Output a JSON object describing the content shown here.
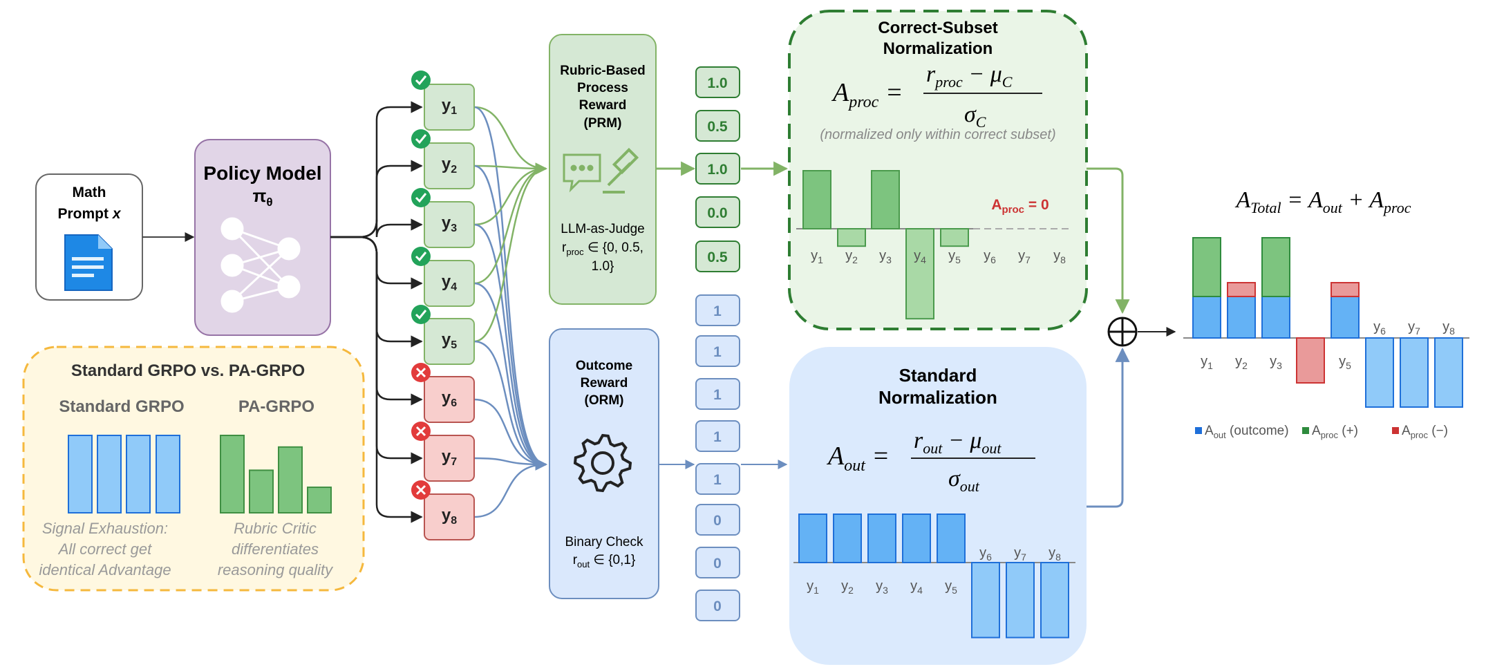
{
  "prompt": {
    "line1": "Math",
    "line2": "Prompt",
    "var": "x"
  },
  "policy": {
    "title": "Policy Model",
    "symbol": "π",
    "sub": "θ"
  },
  "responses": [
    {
      "label": "y",
      "sub": "1",
      "status": "correct"
    },
    {
      "label": "y",
      "sub": "2",
      "status": "correct"
    },
    {
      "label": "y",
      "sub": "3",
      "status": "correct"
    },
    {
      "label": "y",
      "sub": "4",
      "status": "correct"
    },
    {
      "label": "y",
      "sub": "5",
      "status": "correct"
    },
    {
      "label": "y",
      "sub": "6",
      "status": "incorrect"
    },
    {
      "label": "y",
      "sub": "7",
      "status": "incorrect"
    },
    {
      "label": "y",
      "sub": "8",
      "status": "incorrect"
    }
  ],
  "prm": {
    "title": [
      "Rubric-Based",
      "Process",
      "Reward",
      "(PRM)"
    ],
    "judge": "LLM-as-Judge",
    "formula": {
      "r": "r",
      "sub": "proc",
      "rest1": " ∈ {0, 0.5,",
      "rest2": "1.0}"
    },
    "scores": [
      "1.0",
      "0.5",
      "1.0",
      "0.0",
      "0.5"
    ]
  },
  "orm": {
    "title": [
      "Outcome",
      "Reward",
      "(ORM)"
    ],
    "check": "Binary Check",
    "formula": {
      "r": "r",
      "sub": "out",
      "rest": " ∈ {0,1}"
    },
    "scores": [
      "1",
      "1",
      "1",
      "1",
      "1",
      "0",
      "0",
      "0"
    ]
  },
  "correct_norm": {
    "title": [
      "Correct-Subset",
      "Normalization"
    ],
    "lhs": "A",
    "lhs_sub": "proc",
    "num": "r",
    "num_sub": "proc",
    "num_mu": "μ",
    "num_mu_sub": "C",
    "den": "σ",
    "den_sub": "C",
    "note": "(normalized only within correct subset)",
    "zero_label": "A",
    "zero_sub": "proc",
    "zero_rest": " = 0",
    "values": [
      1.0,
      -0.3,
      1.0,
      -1.55,
      -0.3,
      0,
      0,
      0
    ]
  },
  "standard_norm": {
    "title": [
      "Standard",
      "Normalization"
    ],
    "lhs": "A",
    "lhs_sub": "out",
    "num": "r",
    "num_sub": "out",
    "num_mu": "μ",
    "num_mu_sub": "out",
    "den": "σ",
    "den_sub": "out",
    "values": [
      1,
      1,
      1,
      1,
      1,
      -1.55,
      -1.55,
      -1.55
    ]
  },
  "total": {
    "formula": {
      "A": "A",
      "total_sub": "Total",
      "eq": " = ",
      "a_out": "A",
      "out_sub": "out",
      "plus": " + ",
      "a_proc": "A",
      "proc_sub": "proc"
    },
    "legend": [
      {
        "prefix": "A",
        "sub": "out",
        "suffix": " (outcome)",
        "color": "#1e6fd9"
      },
      {
        "prefix": "A",
        "sub": "proc",
        "suffix": " (+)",
        "color": "#2e8b3d"
      },
      {
        "prefix": "A",
        "sub": "proc",
        "suffix": " (−)",
        "color": "#cc3333"
      }
    ],
    "outcome": [
      0.6,
      0.6,
      0.6,
      0,
      0.6,
      -1.0,
      -1.0,
      -1.0
    ],
    "proc_pos": [
      0.85,
      0,
      0.85,
      0,
      0,
      0,
      0,
      0
    ],
    "proc_neg": [
      0,
      0.2,
      0,
      -0.65,
      0.2,
      0,
      0,
      0
    ]
  },
  "comparison": {
    "title": "Standard GRPO vs. PA-GRPO",
    "left_title": "Standard GRPO",
    "right_title": "PA-GRPO",
    "left_caption": [
      "Signal Exhaustion:",
      "All correct get",
      "identical Advantage"
    ],
    "right_caption": [
      "Rubric Critic",
      "differentiates",
      "reasoning quality"
    ],
    "left_values": [
      1,
      1,
      1,
      1
    ],
    "right_values": [
      1,
      0.55,
      0.85,
      0.33
    ]
  },
  "colors": {
    "green_fill": "#d5e8d4",
    "green_stroke": "#82b366",
    "green_bar": "#7dc47f",
    "green_dark": "#2e7d32",
    "blue_fill": "#dae8fc",
    "blue_stroke": "#6c8ebf",
    "blue_bar": "#64b2f5",
    "blue_bar_light": "#90caf9",
    "red_fill": "#f8cecc",
    "red_stroke": "#b85450",
    "purple_fill": "#e1d5e7",
    "purple_stroke": "#9673a6",
    "yellow_fill": "#fff8e1",
    "yellow_stroke": "#f5b83d",
    "check": "#22a35a",
    "cross": "#e23b3b"
  }
}
